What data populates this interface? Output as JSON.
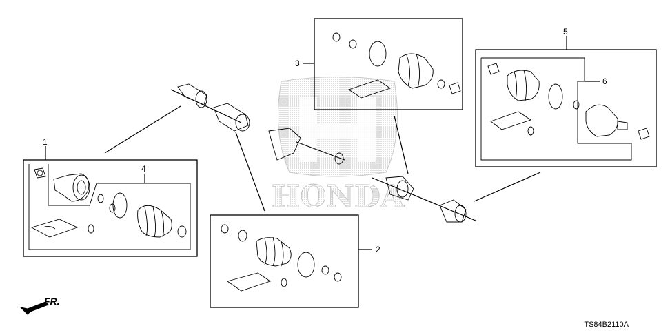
{
  "diagram": {
    "callouts": [
      {
        "id": "1",
        "text": "1"
      },
      {
        "id": "2",
        "text": "2"
      },
      {
        "id": "3",
        "text": "3"
      },
      {
        "id": "4",
        "text": "4"
      },
      {
        "id": "5",
        "text": "5"
      },
      {
        "id": "6",
        "text": "6"
      }
    ],
    "direction_label": "FR.",
    "diagram_code": "TS84B2110A",
    "watermark_text": "HONDA"
  },
  "colors": {
    "line": "#000000",
    "watermark": "#b8b8b8",
    "background": "#ffffff"
  }
}
